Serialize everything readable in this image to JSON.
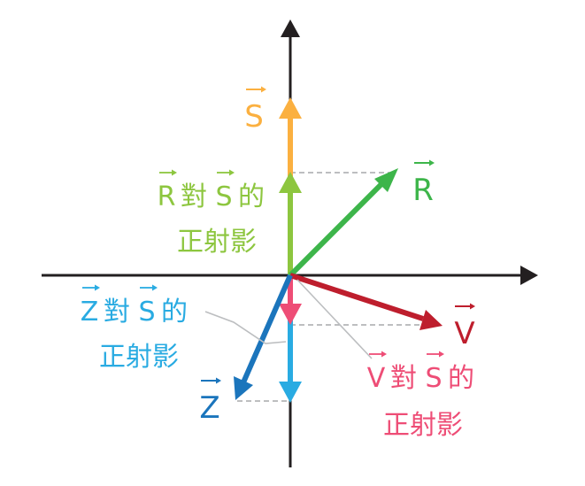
{
  "vectors": {
    "S": {
      "letter": "S",
      "color": "#FBB040",
      "direction": "up"
    },
    "R": {
      "letter": "R",
      "color": "#3DB54A",
      "direction": "up-right"
    },
    "V": {
      "letter": "V",
      "color": "#BE1E2D",
      "direction": "down-right"
    },
    "Z": {
      "letter": "Z",
      "color": "#1B75BC",
      "direction": "down-left"
    }
  },
  "projections": {
    "R_on_S": {
      "line1_vec1": "R",
      "line1_mid": "對",
      "line1_vec2": "S",
      "line1_end": "的",
      "line2": "正射影",
      "color": "#8DC63F"
    },
    "V_on_S": {
      "line1_vec1": "V",
      "line1_mid": "對",
      "line1_vec2": "S",
      "line1_end": "的",
      "line2": "正射影",
      "color": "#EE4D76"
    },
    "Z_on_S": {
      "line1_vec1": "Z",
      "line1_mid": "對",
      "line1_vec2": "S",
      "line1_end": "的",
      "line2": "正射影",
      "color": "#29ABE2"
    }
  },
  "colors": {
    "axis": "#231F20",
    "guide_dashed": "#A7A9AC",
    "leader_line": "#BCBEC0"
  }
}
